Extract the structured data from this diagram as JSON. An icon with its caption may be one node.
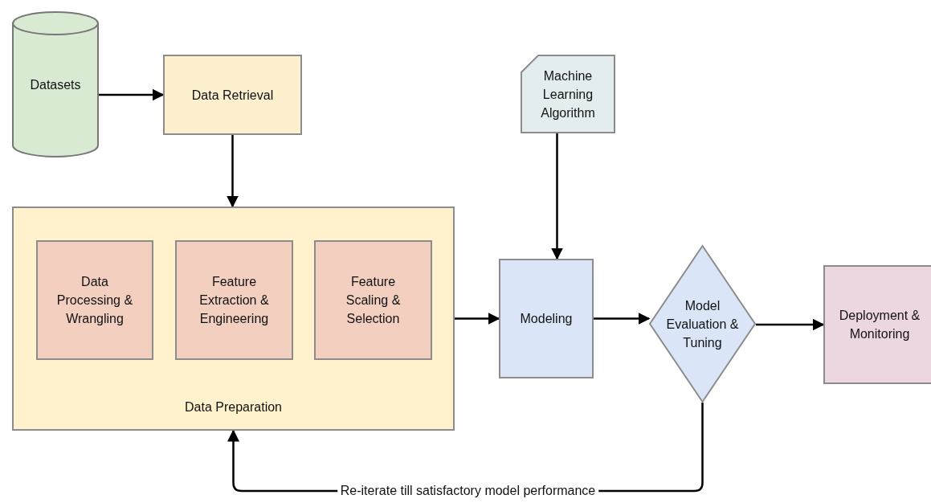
{
  "diagram": {
    "nodes": [
      {
        "text": [
          "Datasets"
        ]
      },
      {
        "text": [
          "Data Retrieval"
        ]
      },
      {
        "text": [
          "Data Preparation"
        ]
      },
      {
        "text": [
          "Data Processing & Wrangling"
        ],
        "in": 2
      },
      {
        "text": [
          "Feature Extraction & Engineering"
        ],
        "in": 2
      },
      {
        "text": [
          "Feature Scaling & Selection"
        ],
        "in": 2
      },
      {
        "text": [
          "Machine Learning Algorithm"
        ]
      },
      {
        "text": [
          "Modeling"
        ]
      },
      {
        "text": [
          "Model Evaluation & Tuning"
        ]
      },
      {
        "text": [
          "Deployment & Monitoring"
        ]
      }
    ],
    "edges": [
      {
        "from": 0,
        "to": 1,
        "arrow": "to"
      },
      {
        "from": 1,
        "to": 2,
        "arrow": "to"
      },
      {
        "from": 6,
        "to": 7,
        "arrow": "to"
      },
      {
        "from": 2,
        "to": 7,
        "arrow": "to"
      },
      {
        "from": 7,
        "to": 8,
        "arrow": "to"
      },
      {
        "from": 8,
        "to": 9,
        "arrow": "to"
      },
      {
        "from": 8,
        "to": 2,
        "arrow": "to",
        "label": "Re-iterate till satisfactory model performance"
      }
    ]
  }
}
